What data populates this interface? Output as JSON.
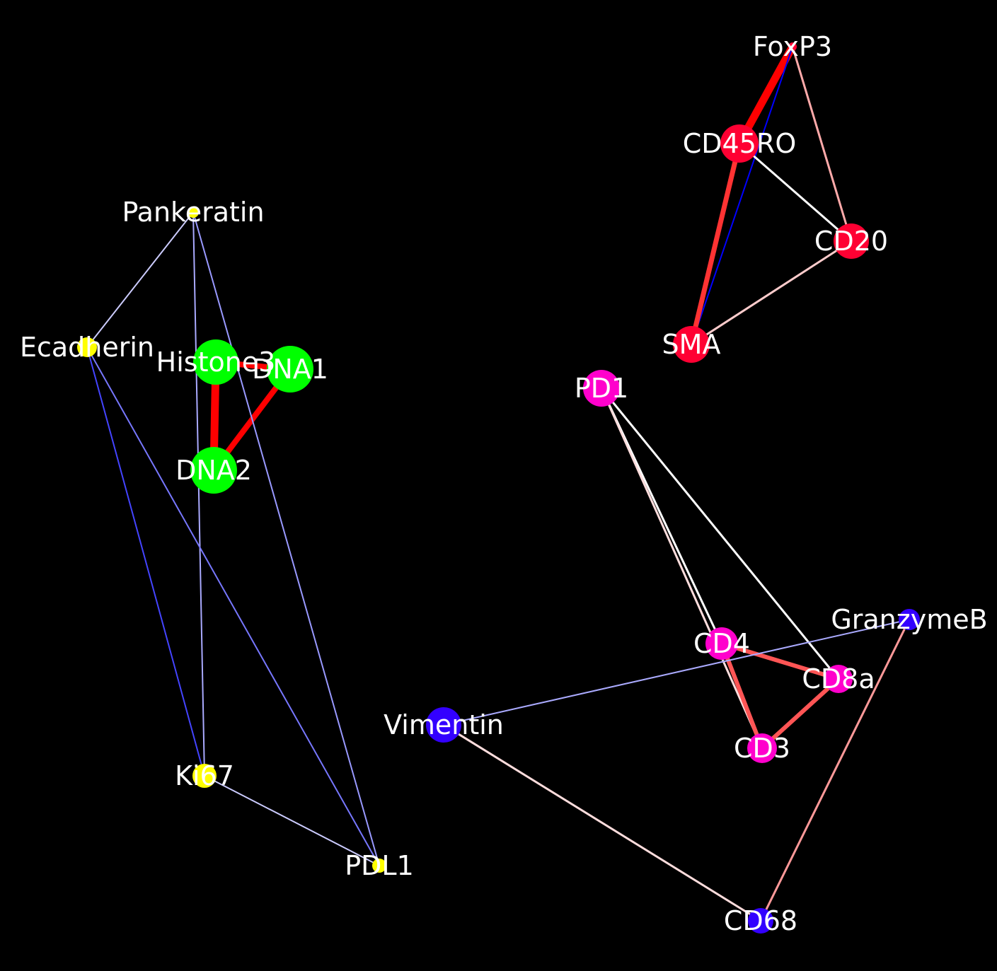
{
  "colors": {
    "background": "#000000",
    "label": "#ffffff",
    "group_green": "#00ff00",
    "group_yellow": "#ffff00",
    "group_red": "#ff0033",
    "group_magenta": "#ff00cc",
    "group_blue": "#3300ff"
  },
  "nodes": [
    {
      "id": "foxp3",
      "label": "FoxP3",
      "color": "#ff0033"
    },
    {
      "id": "cd45ro",
      "label": "CD45RO",
      "color": "#ff0033"
    },
    {
      "id": "cd20",
      "label": "CD20",
      "color": "#ff0033"
    },
    {
      "id": "sma",
      "label": "SMA",
      "color": "#ff0033"
    },
    {
      "id": "pankeratin",
      "label": "Pankeratin",
      "color": "#ffff00"
    },
    {
      "id": "ecadherin",
      "label": "Ecadherin",
      "color": "#ffff00"
    },
    {
      "id": "histone3",
      "label": "Histone3",
      "color": "#00ff00"
    },
    {
      "id": "dna1",
      "label": "DNA1",
      "color": "#00ff00"
    },
    {
      "id": "dna2",
      "label": "DNA2",
      "color": "#00ff00"
    },
    {
      "id": "pd1",
      "label": "PD1",
      "color": "#ff00cc"
    },
    {
      "id": "granzymeb",
      "label": "GranzymeB",
      "color": "#3300ff"
    },
    {
      "id": "cd4",
      "label": "CD4",
      "color": "#ff00cc"
    },
    {
      "id": "cd8a",
      "label": "CD8a",
      "color": "#ff00cc"
    },
    {
      "id": "vimentin",
      "label": "Vimentin",
      "color": "#3300ff"
    },
    {
      "id": "cd3",
      "label": "CD3",
      "color": "#ff00cc"
    },
    {
      "id": "ki67",
      "label": "Ki67",
      "color": "#ffff00"
    },
    {
      "id": "pdl1",
      "label": "PDL1",
      "color": "#ffff00"
    },
    {
      "id": "cd68",
      "label": "CD68",
      "color": "#3300ff"
    }
  ],
  "edges": [
    {
      "source": "foxp3",
      "target": "cd45ro",
      "color": "#ff0000"
    },
    {
      "source": "foxp3",
      "target": "sma",
      "color": "#0000ff"
    },
    {
      "source": "foxp3",
      "target": "cd20",
      "color": "#ffaaaa"
    },
    {
      "source": "cd45ro",
      "target": "sma",
      "color": "#ff3333"
    },
    {
      "source": "cd45ro",
      "target": "cd20",
      "color": "#ffffff"
    },
    {
      "source": "sma",
      "target": "cd20",
      "color": "#ffcccc"
    },
    {
      "source": "histone3",
      "target": "dna1",
      "color": "#ff0000"
    },
    {
      "source": "histone3",
      "target": "dna2",
      "color": "#ff0000"
    },
    {
      "source": "dna1",
      "target": "dna2",
      "color": "#ff0000"
    },
    {
      "source": "pankeratin",
      "target": "ecadherin",
      "color": "#ccccff"
    },
    {
      "source": "pankeratin",
      "target": "ki67",
      "color": "#aaaaff"
    },
    {
      "source": "pankeratin",
      "target": "pdl1",
      "color": "#9999ff"
    },
    {
      "source": "ecadherin",
      "target": "ki67",
      "color": "#4444ff"
    },
    {
      "source": "ecadherin",
      "target": "pdl1",
      "color": "#7777ff"
    },
    {
      "source": "ki67",
      "target": "pdl1",
      "color": "#ccccff"
    },
    {
      "source": "pd1",
      "target": "cd4",
      "color": "#ffffff"
    },
    {
      "source": "pd1",
      "target": "cd3",
      "color": "#ffdddd"
    },
    {
      "source": "pd1",
      "target": "cd8a",
      "color": "#ffffff"
    },
    {
      "source": "cd4",
      "target": "cd8a",
      "color": "#ff5555"
    },
    {
      "source": "cd4",
      "target": "cd3",
      "color": "#ff5555"
    },
    {
      "source": "cd8a",
      "target": "cd3",
      "color": "#ff5555"
    },
    {
      "source": "vimentin",
      "target": "granzymeb",
      "color": "#aaaaff"
    },
    {
      "source": "vimentin",
      "target": "cd68",
      "color": "#ffdddd"
    },
    {
      "source": "granzymeb",
      "target": "cd68",
      "color": "#ff9999"
    }
  ]
}
